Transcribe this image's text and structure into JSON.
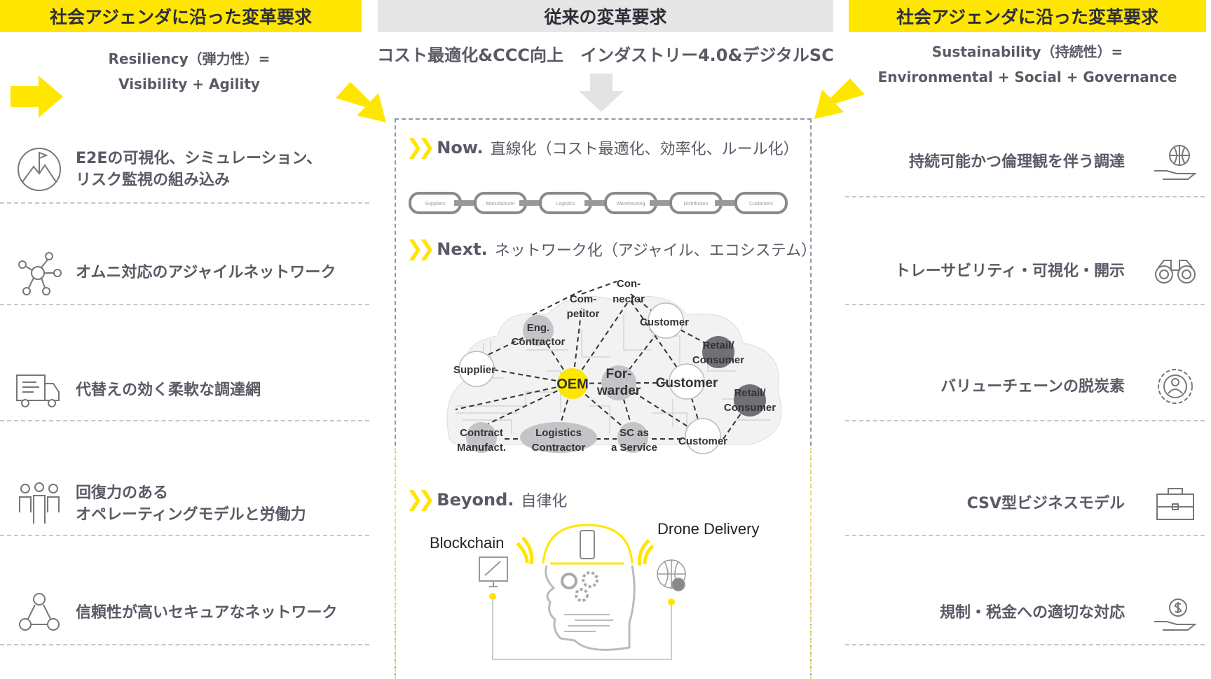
{
  "left": {
    "header": "社会アジェンダに沿った変革要求",
    "subtitle1": "Resiliency（弾力性）=",
    "subtitle2": "Visibility + Agility",
    "items": [
      {
        "line1": "E2Eの可視化、シミュレーション、",
        "line2": "リスク監視の組み込み",
        "icon": "mountain-flag-icon"
      },
      {
        "line1": "オムニ対応のアジャイルネットワーク",
        "line2": "",
        "icon": "network-hub-icon"
      },
      {
        "line1": "代替えの効く柔軟な調達網",
        "line2": "",
        "icon": "delivery-truck-icon"
      },
      {
        "line1": "回復力のある",
        "line2": "オペレーティングモデルと労働力",
        "icon": "people-group-icon"
      },
      {
        "line1": "信頼性が高いセキュアなネットワーク",
        "line2": "",
        "icon": "people-network-icon"
      }
    ]
  },
  "center": {
    "header": "従来の変革要求",
    "subtitle": "コスト最適化&CCC向上　インダストリー4.0&デジタルSC",
    "now": {
      "label": "Now.",
      "desc": "直線化（コスト最適化、効率化、ルール化）",
      "chain": [
        "Suppliers",
        "Manufacturer",
        "Logistics",
        "Warehousing",
        "Distribution",
        "Customers"
      ]
    },
    "next": {
      "label": "Next.",
      "desc": "ネットワーク化（アジャイル、エコシステム）",
      "nodes": {
        "oem": "OEM",
        "forwarder1": "For-",
        "forwarder2": "warder",
        "eng1": "Eng.",
        "eng2": "Contractor",
        "supplier": "Supplier",
        "comp1": "Com-",
        "comp2": "petitor",
        "conn1": "Con-",
        "conn2": "nector",
        "cust_top": "Customer",
        "retail1a": "Retail/",
        "retail1b": "Consumer",
        "cust_mid": "Customer",
        "retail2a": "Retail/",
        "retail2b": "Consumer",
        "cust_bot": "Customer",
        "cm1": "Contract",
        "cm2": "Manufact.",
        "lc1": "Logistics",
        "lc2": "Contractor",
        "sc1": "SC as",
        "sc2": "a Service"
      }
    },
    "beyond": {
      "label": "Beyond.",
      "desc": "自律化",
      "blockchain": "Blockchain",
      "drone": "Drone Delivery"
    }
  },
  "right": {
    "header": "社会アジェンダに沿った変革要求",
    "subtitle1": "Sustainability（持続性）=",
    "subtitle2": "Environmental + Social + Governance",
    "items": [
      {
        "text": "持続可能かつ倫理観を伴う調達",
        "icon": "globe-hand-icon"
      },
      {
        "text": "トレーサビリティ・可視化・開示",
        "icon": "binoculars-icon"
      },
      {
        "text": "バリューチェーンの脱炭素",
        "icon": "person-target-icon"
      },
      {
        "text": "CSV型ビジネスモデル",
        "icon": "briefcase-icon"
      },
      {
        "text": "規制・税金への適切な対応",
        "icon": "money-hand-icon"
      }
    ]
  },
  "colors": {
    "accent": "#FFE600",
    "header_gray": "#e6e6e6",
    "text": "#5a5a66"
  }
}
